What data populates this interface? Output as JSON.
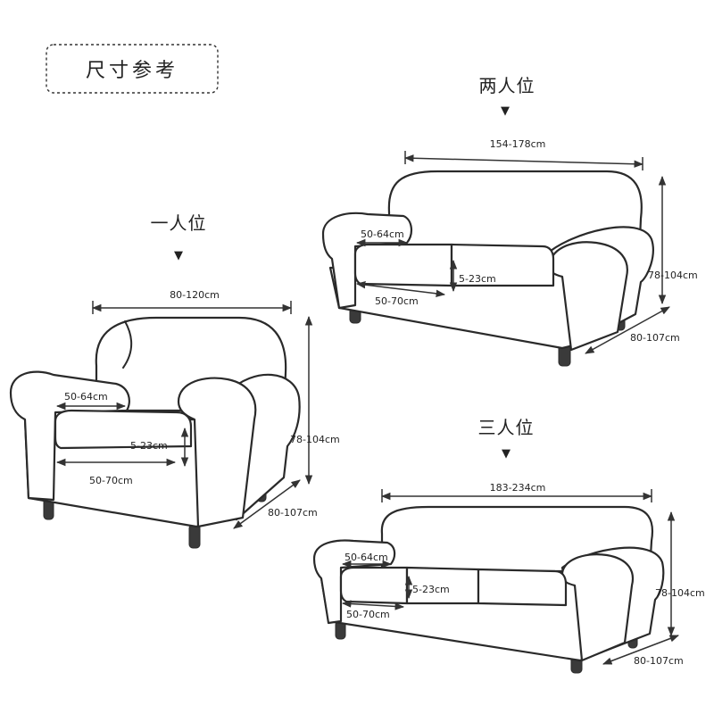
{
  "title": "尺寸参考",
  "single": {
    "label": "一人位",
    "width": "80-120cm",
    "height": "78-104cm",
    "depth": "80-107cm",
    "arm": "50-64cm",
    "cushion_height": "5-23cm",
    "seat_depth": "50-70cm"
  },
  "double": {
    "label": "两人位",
    "width": "154-178cm",
    "height": "78-104cm",
    "depth": "80-107cm",
    "arm": "50-64cm",
    "cushion_height": "5-23cm",
    "seat_depth": "50-70cm"
  },
  "triple": {
    "label": "三人位",
    "width": "183-234cm",
    "height": "78-104cm",
    "depth": "80-107cm",
    "arm": "50-64cm",
    "cushion_height": "5-23cm",
    "seat_depth": "50-70cm"
  },
  "arrow_glyph": "▼"
}
